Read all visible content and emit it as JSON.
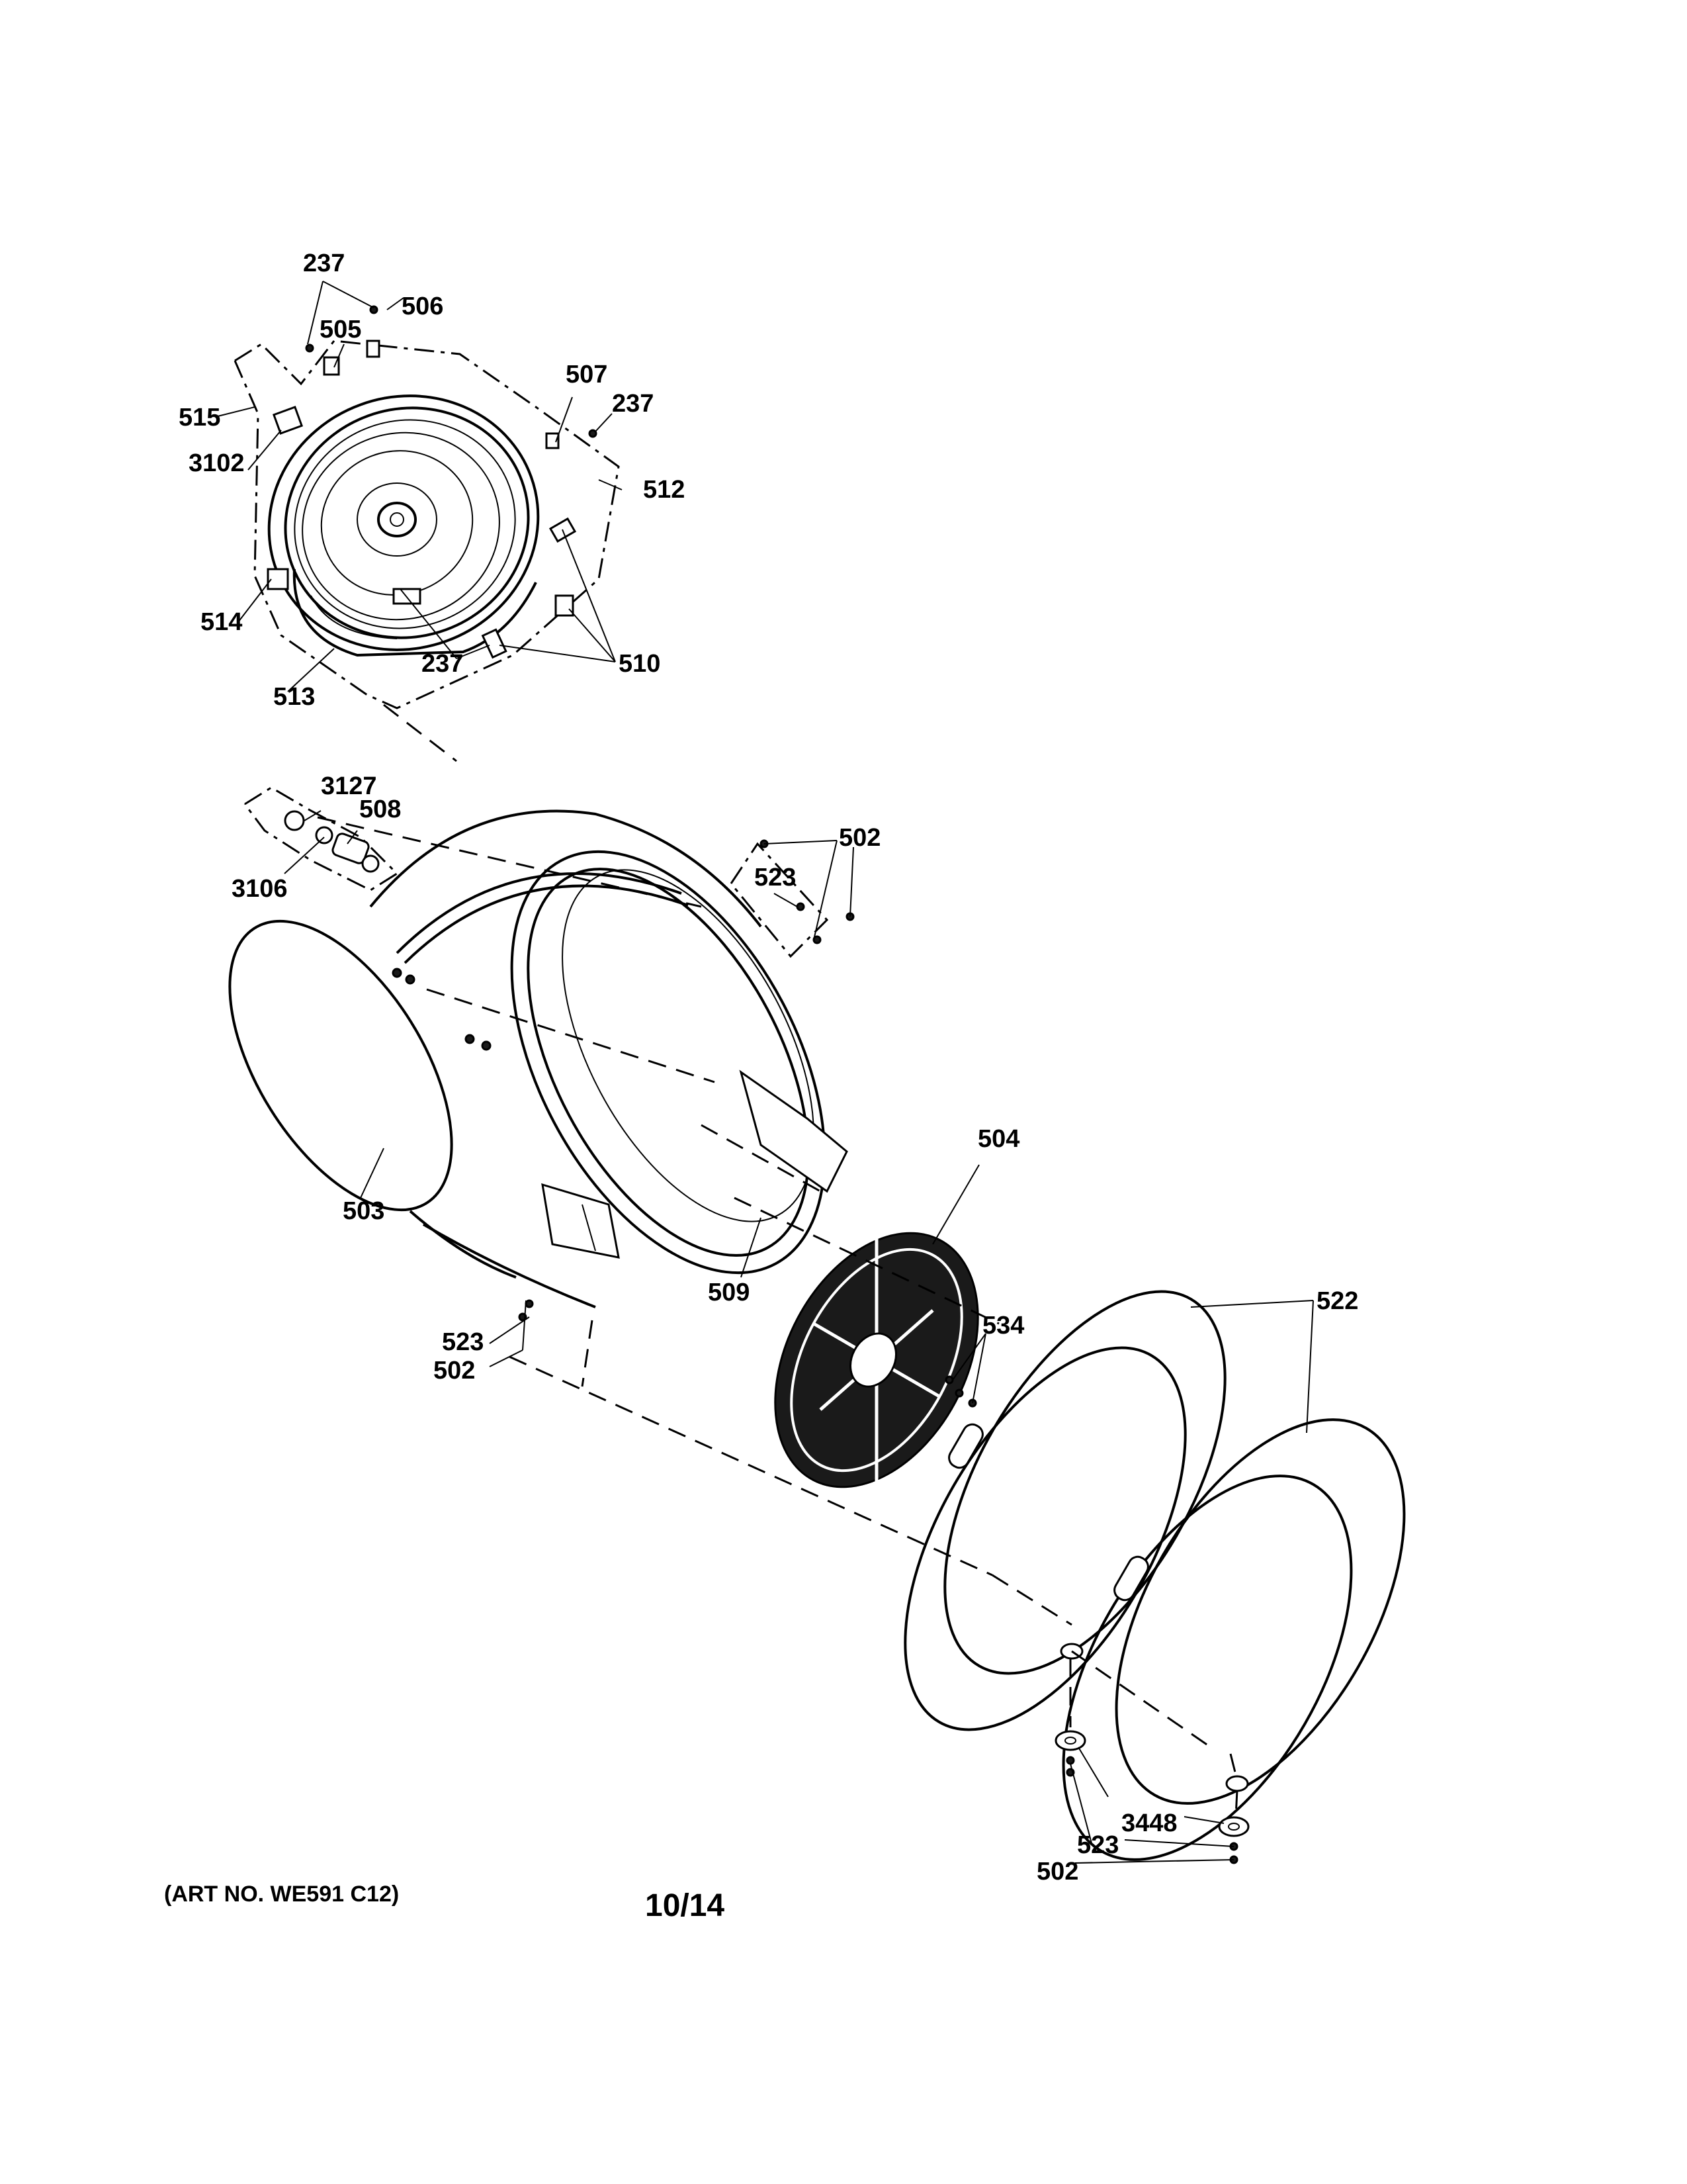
{
  "labels": {
    "p237_top": "237",
    "p506": "506",
    "p505": "505",
    "p507": "507",
    "p237_right": "237",
    "p515": "515",
    "p3102": "3102",
    "p512": "512",
    "p514": "514",
    "p237_bottom": "237",
    "p510": "510",
    "p513": "513",
    "p3127": "3127",
    "p508": "508",
    "p3106": "3106",
    "p502_top": "502",
    "p523_top": "523",
    "p504": "504",
    "p503": "503",
    "p509": "509",
    "p522": "522",
    "p534": "534",
    "p523_left": "523",
    "p502_left": "502",
    "p3448": "3448",
    "p523_bottom": "523",
    "p502_bottom": "502"
  },
  "footer": {
    "art_no": "(ART NO. WE591 C12)",
    "page": "10/14"
  }
}
